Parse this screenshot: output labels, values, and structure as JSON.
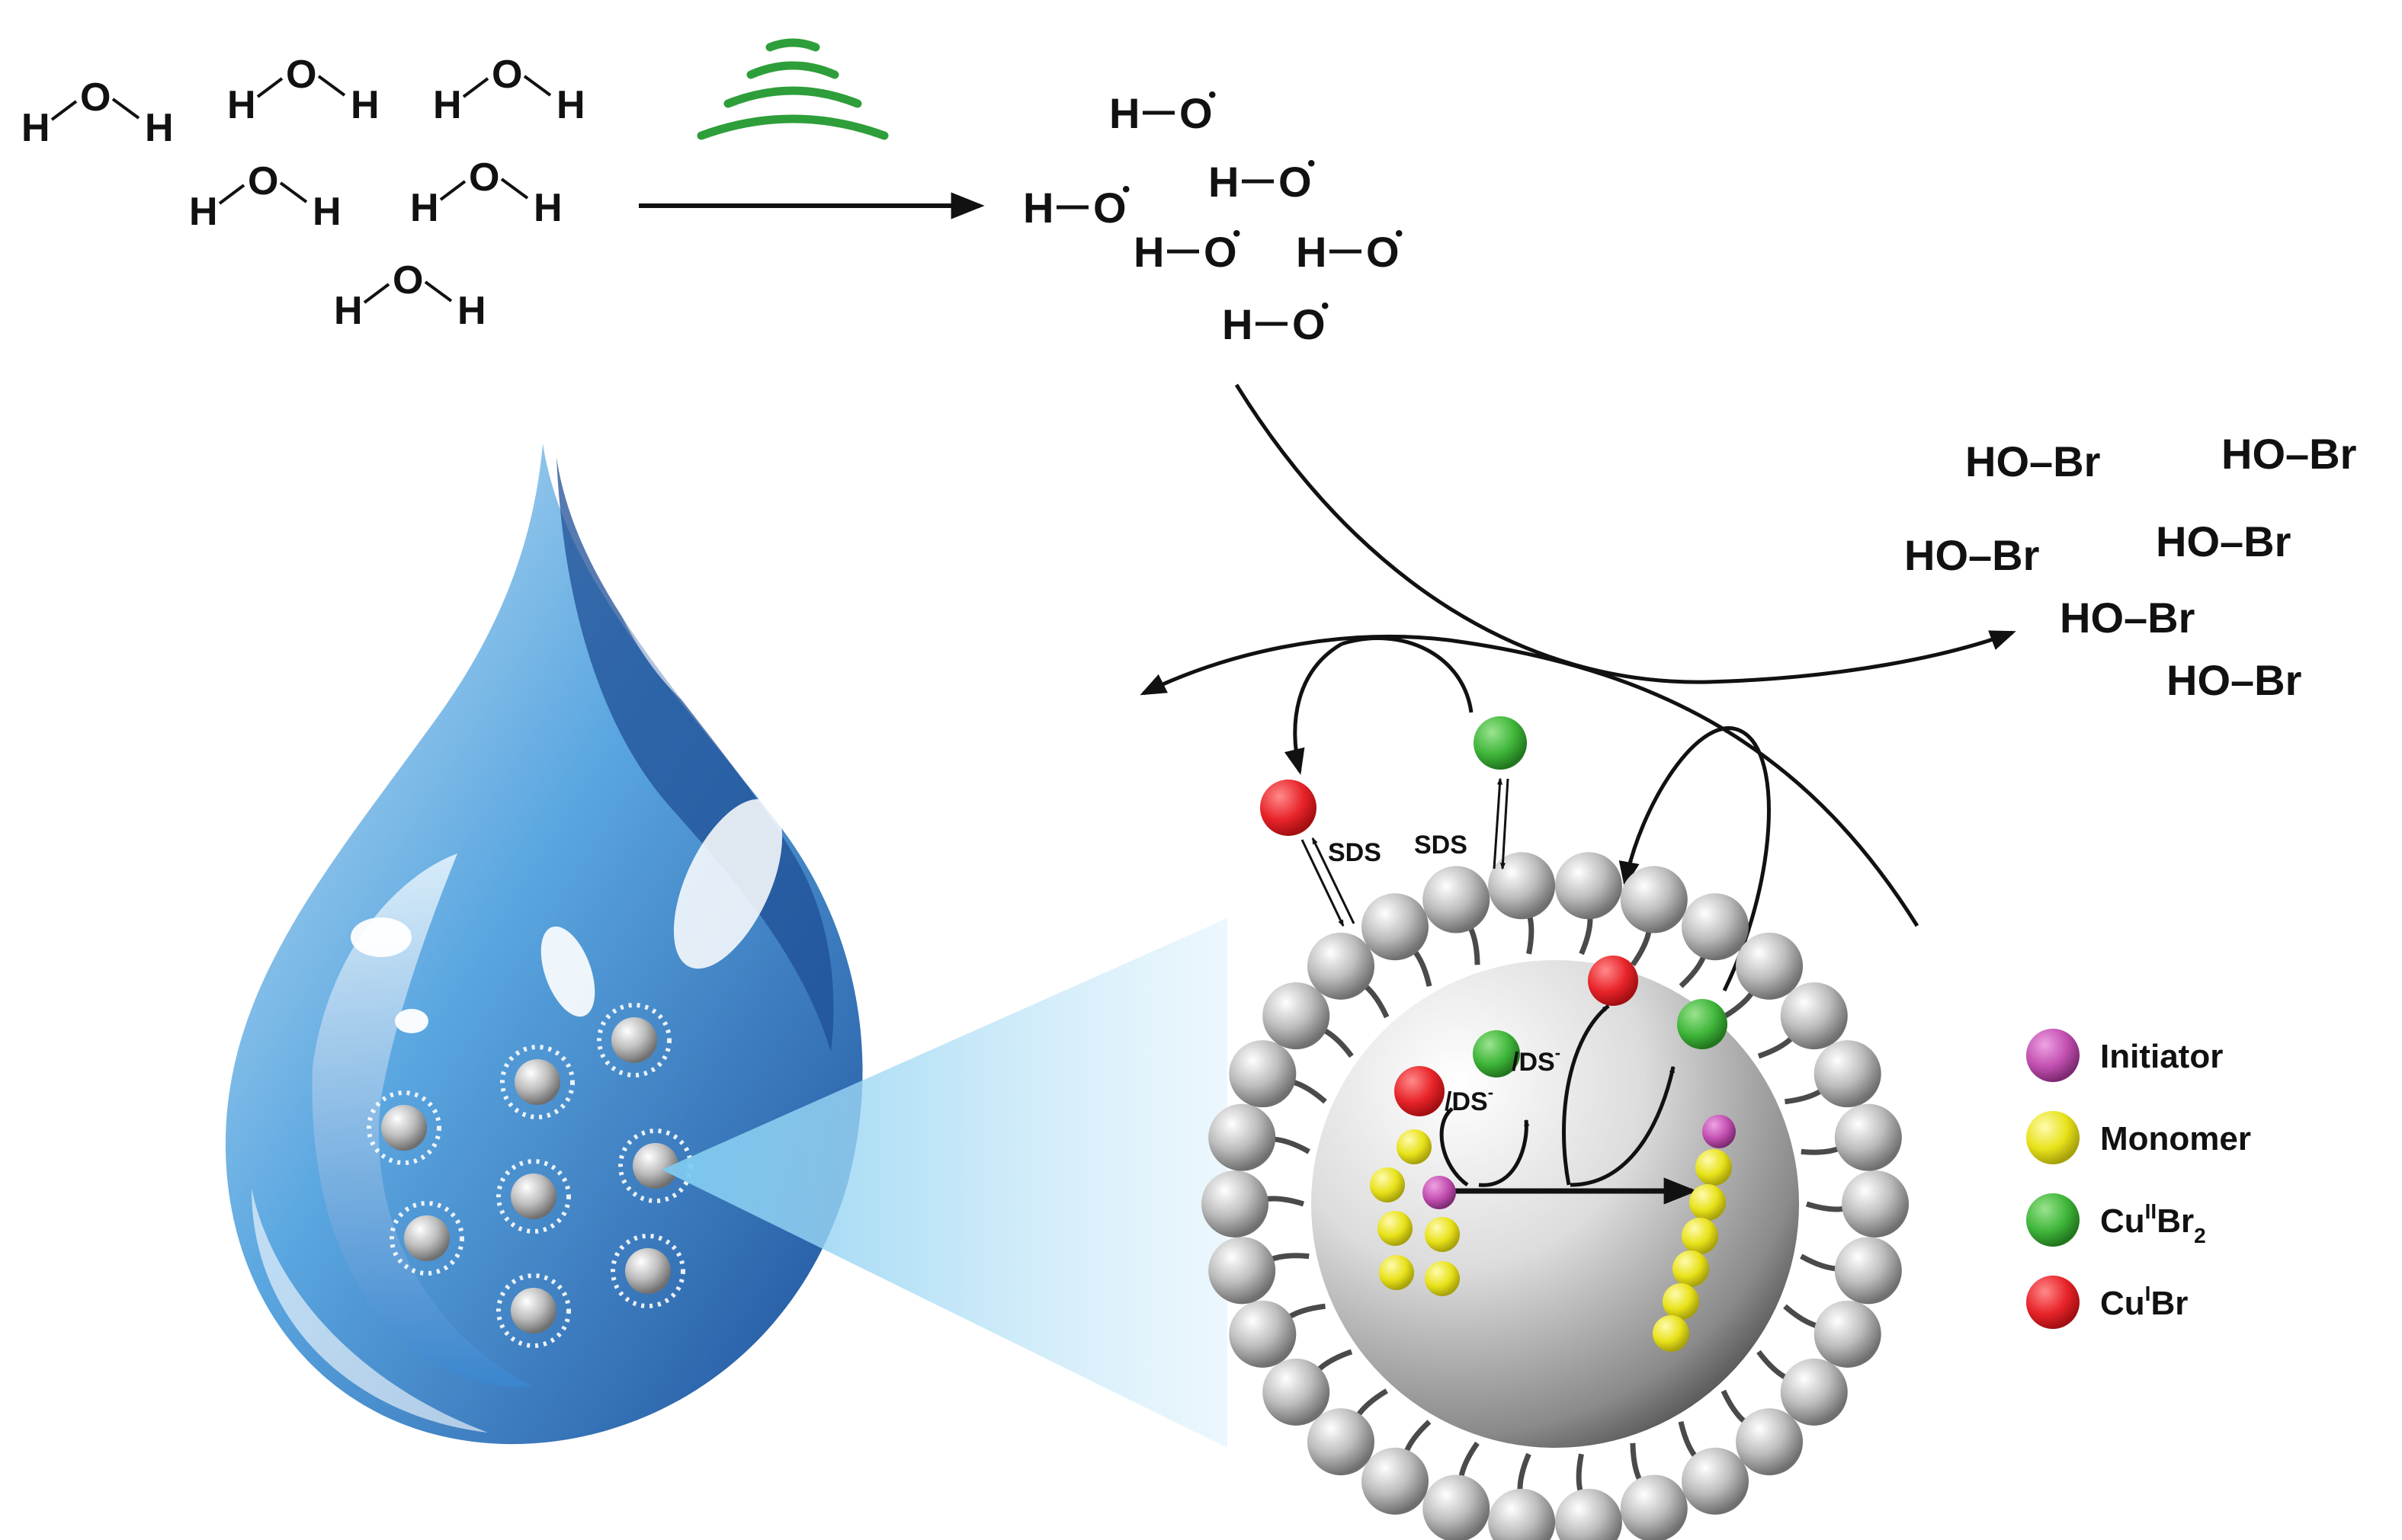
{
  "water": {
    "H": "H",
    "O": "O"
  },
  "hydroxyl_radical": {
    "H": "H",
    "bond": "–",
    "O": "O",
    "dot": "•"
  },
  "hypobromous": "HO–Br",
  "labels": {
    "sds_left": "SDS",
    "sds_right": "SDS",
    "ds_left": "/DS",
    "ds_right": "/DS",
    "minus": "-"
  },
  "legend": [
    {
      "color": "#c24fb0",
      "label": "Initiator"
    },
    {
      "color": "#e8e21a",
      "label": "Monomer"
    },
    {
      "color": "#3fb63a",
      "label": "Cu",
      "sup": "II",
      "tail": "Br",
      "sub": "2"
    },
    {
      "color": "#e8242a",
      "label": "Cu",
      "sup": "I",
      "tail": "Br",
      "sub": ""
    }
  ],
  "colors": {
    "ultrasound": "#2e9e3a",
    "drop": "#2a6cc0",
    "arrow": "#111111"
  },
  "icons": [
    "ultrasound-icon",
    "water-drop",
    "micelle"
  ]
}
